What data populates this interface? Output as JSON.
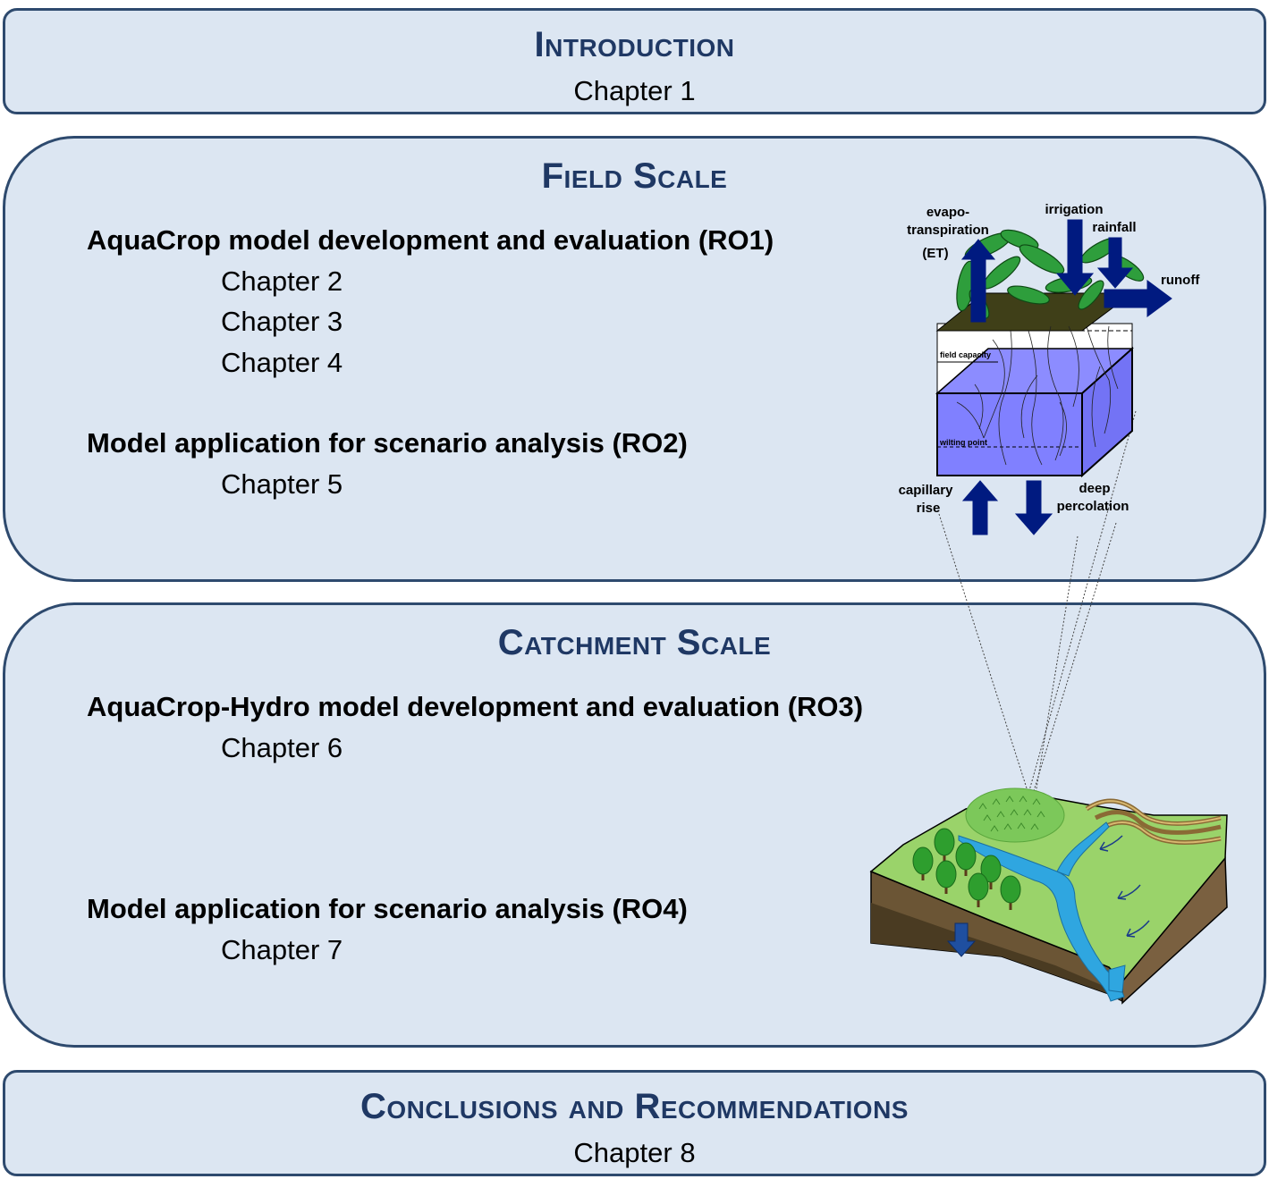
{
  "introduction": {
    "title": "Introduction",
    "chapter": "Chapter 1"
  },
  "field_scale": {
    "title": "Field Scale",
    "sections": [
      {
        "heading": "AquaCrop  model development and evaluation (RO1)",
        "chapters": [
          "Chapter 2",
          "Chapter 3",
          "Chapter 4"
        ]
      },
      {
        "heading": "Model application for scenario analysis (RO2)",
        "chapters": [
          "Chapter 5"
        ]
      }
    ],
    "diagram_labels": {
      "evapotranspiration_1": "evapo-",
      "evapotranspiration_2": "transpiration",
      "evapotranspiration_3": "(ET)",
      "irrigation": "irrigation",
      "rainfall": "rainfall",
      "runoff": "runoff",
      "field_capacity": "field capacity",
      "wilting_point": "wilting point",
      "capillary_1": "capillary",
      "capillary_2": "rise",
      "deep_1": "deep",
      "deep_2": "percolation"
    }
  },
  "catchment_scale": {
    "title": "Catchment  Scale",
    "sections": [
      {
        "heading": "AquaCrop-Hydro  model development and evaluation (RO3)",
        "chapters": [
          "Chapter 6"
        ]
      },
      {
        "heading": "Model application for scenario analysis (RO4)",
        "chapters": [
          "Chapter 7"
        ]
      }
    ]
  },
  "conclusions": {
    "title": "Conclusions and Recommendations",
    "chapter": "Chapter 8"
  },
  "colors": {
    "box_fill": "#dce6f2",
    "box_border": "#2e4a6e",
    "title": "#1f3864",
    "arrow": "#001a80",
    "water": "#8080ff"
  }
}
